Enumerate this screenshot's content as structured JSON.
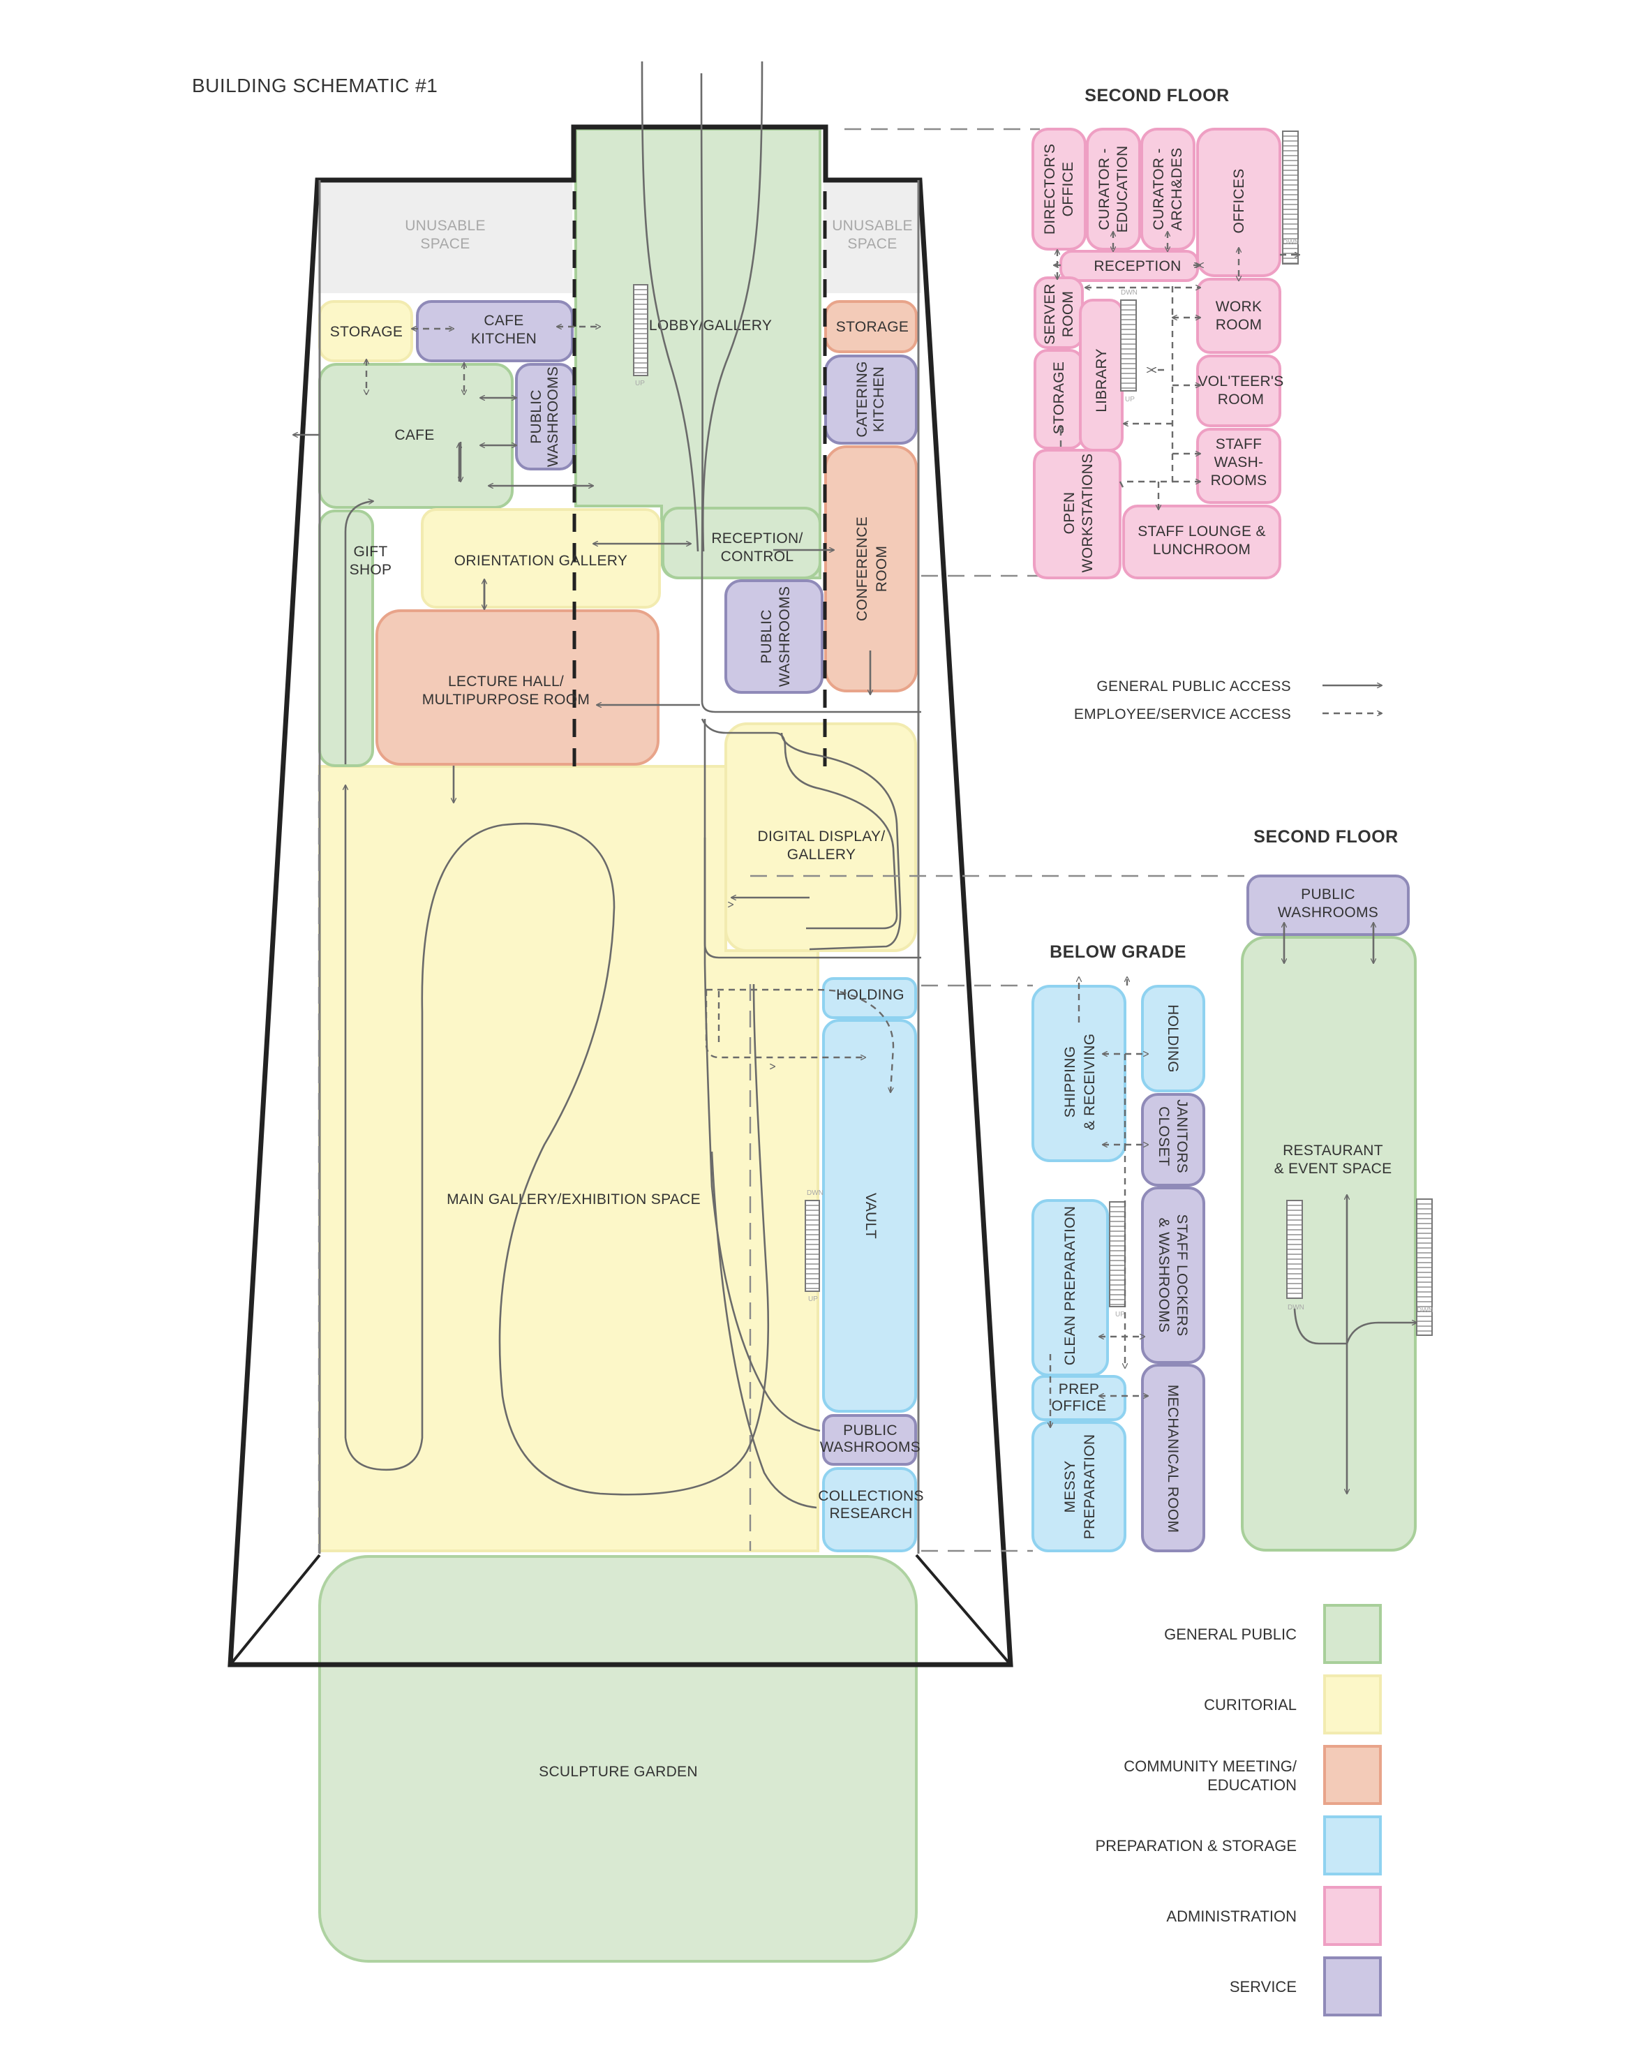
{
  "title": "BUILDING SCHEMATIC #1",
  "floor_headings": {
    "second_floor_admin": "SECOND FLOOR",
    "second_floor_restaurant": "SECOND FLOOR",
    "below_grade": "BELOW GRADE"
  },
  "ground_floor": {
    "unusable_left": [
      "UNUSABLE",
      "SPACE"
    ],
    "unusable_right": [
      "UNUSABLE",
      "SPACE"
    ],
    "lobby": [
      "LOBBY/GALLERY"
    ],
    "storage_left": [
      "STORAGE"
    ],
    "cafe_kitchen": [
      "CAFE",
      "KITCHEN"
    ],
    "storage_right": [
      "STORAGE"
    ],
    "cafe": [
      "CAFE"
    ],
    "public_washrooms_1": [
      "PUBLIC",
      "WASHROOMS"
    ],
    "catering_kitchen": [
      "CATERING",
      "KITCHEN"
    ],
    "gift_shop": [
      "GIFT",
      "SHOP"
    ],
    "orientation_gallery": [
      "ORIENTATION GALLERY"
    ],
    "reception_control": [
      "RECEPTION/",
      "CONTROL"
    ],
    "conference_room": [
      "CONFERENCE",
      "ROOM"
    ],
    "lecture_hall": [
      "LECTURE HALL/",
      "MULTIPURPOSE ROOM"
    ],
    "public_washrooms_2": [
      "PUBLIC",
      "WASHROOMS"
    ],
    "digital_display": [
      "DIGITAL DISPLAY/",
      "GALLERY"
    ],
    "holding": [
      "HOLDING"
    ],
    "vault": [
      "VAULT"
    ],
    "main_gallery": [
      "MAIN GALLERY/EXHIBITION SPACE"
    ],
    "public_washrooms_3": [
      "PUBLIC",
      "WASHROOMS"
    ],
    "collections_research": [
      "COLLECTIONS",
      "RESEARCH"
    ],
    "sculpture_garden": [
      "SCULPTURE GARDEN"
    ]
  },
  "admin_floor": {
    "directors_office": [
      "DIRECTOR'S",
      "OFFICE"
    ],
    "curator_education": [
      "CURATOR -",
      "EDUCATION"
    ],
    "curator_archdes": [
      "CURATOR -",
      "ARCH&DES"
    ],
    "offices": [
      "OFFICES"
    ],
    "reception": [
      "RECEPTION"
    ],
    "server_room": [
      "SERVER",
      "ROOM"
    ],
    "work_room": [
      "WORK",
      "ROOM"
    ],
    "storage": [
      "STORAGE"
    ],
    "library": [
      "LIBRARY"
    ],
    "volunteers_room": [
      "VOL'TEER'S",
      "ROOM"
    ],
    "staff_washrooms": [
      "STAFF",
      "WASH-",
      "ROOMS"
    ],
    "open_workstations": [
      "OPEN",
      "WORKSTATIONS"
    ],
    "staff_lounge": [
      "STAFF LOUNGE &",
      "LUNCHROOM"
    ]
  },
  "below_grade_floor": {
    "shipping_receiving": [
      "SHIPPING",
      "& RECEIVING"
    ],
    "holding": [
      "HOLDING"
    ],
    "janitors_closet": [
      "JANITORS",
      "CLOSET"
    ],
    "clean_preparation": [
      "CLEAN PREPARATION"
    ],
    "staff_lockers": [
      "STAFF LOCKERS",
      "& WASHROOMS"
    ],
    "prep_office": [
      "PREP",
      "OFFICE"
    ],
    "mechanical_room": [
      "MECHANICAL ROOM"
    ],
    "messy_preparation": [
      "MESSY",
      "PREPARATION"
    ]
  },
  "restaurant_floor": {
    "public_washrooms": [
      "PUBLIC",
      "WASHROOMS"
    ],
    "restaurant": [
      "RESTAURANT",
      "& EVENT SPACE"
    ]
  },
  "stair_labels": {
    "up": "UP",
    "down": "DWN"
  },
  "access_legend": {
    "general_public": "GENERAL PUBLIC ACCESS",
    "employee_service": "EMPLOYEE/SERVICE ACCESS"
  },
  "color_legend": [
    {
      "label": [
        "GENERAL PUBLIC"
      ],
      "color": "#d6e8cf",
      "stroke": "#a8cf9a"
    },
    {
      "label": [
        "CURITORIAL"
      ],
      "color": "#fcf7c8",
      "stroke": "#f2ebb0"
    },
    {
      "label": [
        "COMMUNITY MEETING/",
        "EDUCATION"
      ],
      "color": "#f3cbb8",
      "stroke": "#e8a48a"
    },
    {
      "label": [
        "PREPARATION & STORAGE"
      ],
      "color": "#c7e8f8",
      "stroke": "#8fd2f0"
    },
    {
      "label": [
        "ADMINISTRATION"
      ],
      "color": "#f8cde0",
      "stroke": "#ee9fc3"
    },
    {
      "label": [
        "SERVICE"
      ],
      "color": "#cdc8e4",
      "stroke": "#8f8ab8"
    }
  ]
}
